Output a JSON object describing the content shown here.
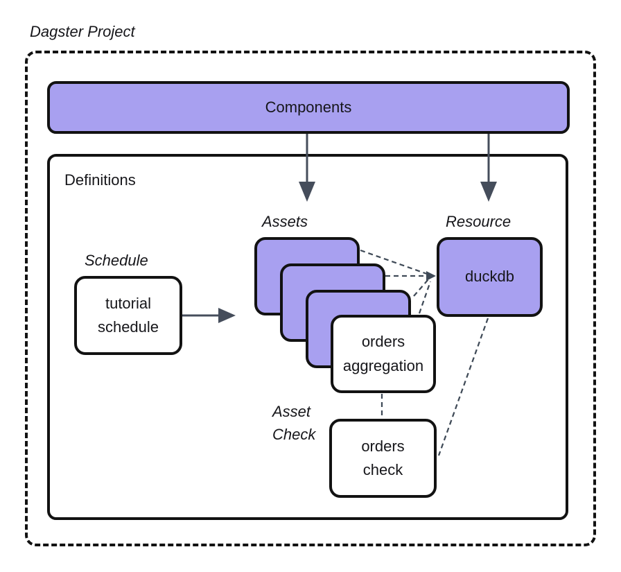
{
  "project": {
    "title": "Dagster Project"
  },
  "components": {
    "label": "Components"
  },
  "definitions": {
    "label": "Definitions"
  },
  "schedule": {
    "label": "Schedule",
    "node": "tutorial\nschedule"
  },
  "assets": {
    "label": "Assets",
    "aggregation_node": "orders\naggregation"
  },
  "resource": {
    "label": "Resource",
    "node": "duckdb"
  },
  "asset_check": {
    "label": "Asset\nCheck",
    "node": "orders\ncheck"
  },
  "colors": {
    "purple": "#A8A0F0",
    "ink": "#121212",
    "text": "#16161A",
    "arrow": "#454D5B",
    "connector": "#3F4A57"
  }
}
